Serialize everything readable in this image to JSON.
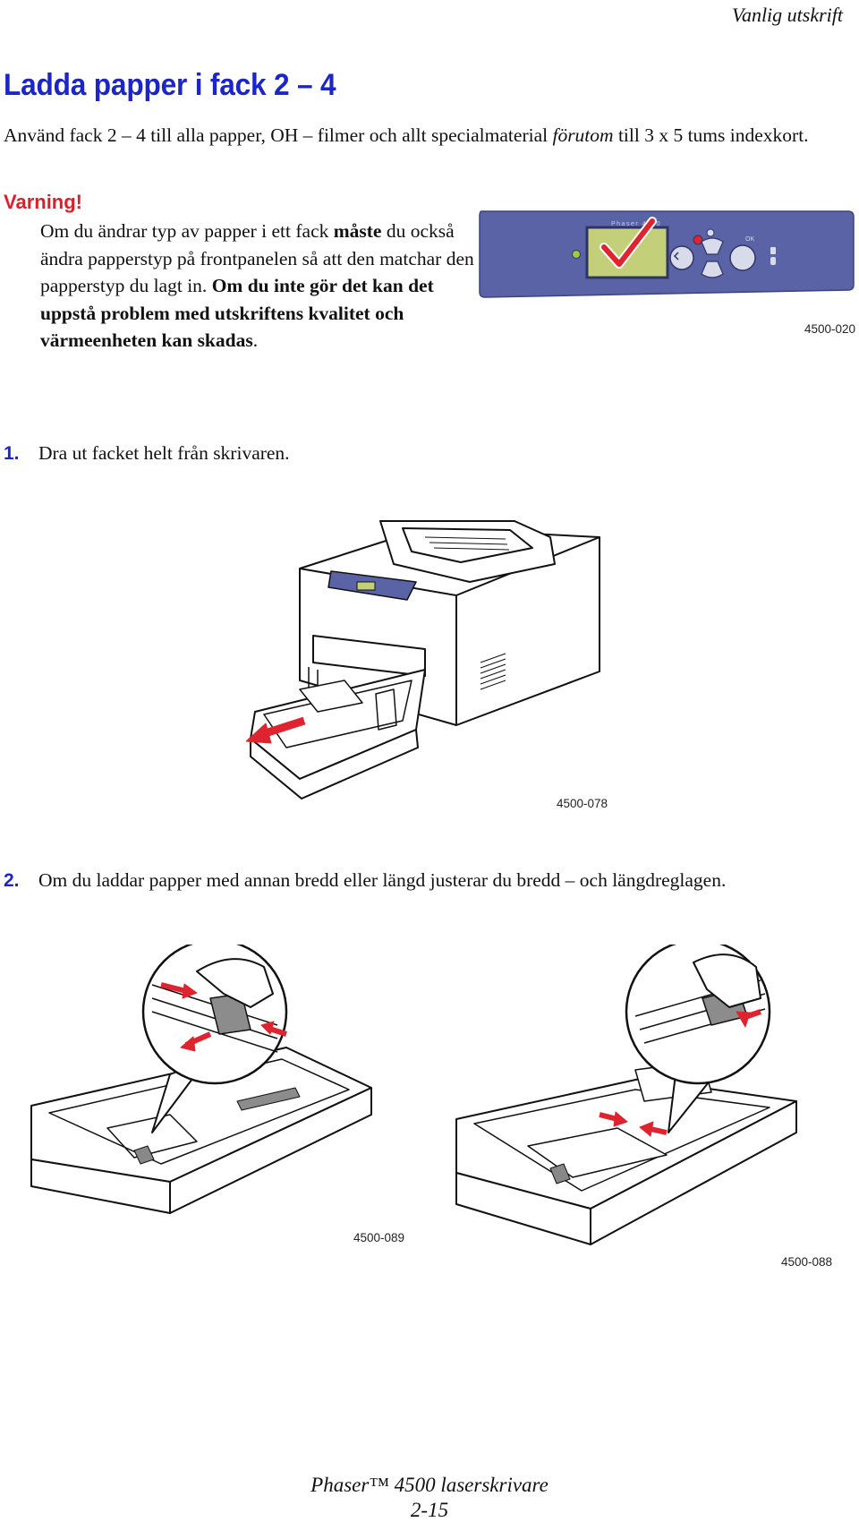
{
  "header": {
    "running_title": "Vanlig utskrift"
  },
  "title": "Ladda papper i fack 2 – 4",
  "intro": {
    "before": "Använd fack 2 – 4 till alla papper, OH – filmer och allt specialmaterial ",
    "emph": "förutom",
    "after": " till 3 x 5 tums indexkort."
  },
  "warning": {
    "label": "Varning!",
    "t1": "Om du ändrar typ av papper i ett fack ",
    "b1": "måste",
    "t2": " du också ändra papperstyp på frontpanelen så att den matchar den papperstyp du lagt in. ",
    "b2": "Om du inte gör det kan det uppstå problem med utskriftens kvalitet och värmeenheten kan skadas",
    "t3": "."
  },
  "panel_figure": {
    "caption": "4500-020",
    "model_label": "Phaser 4500",
    "ok_label": "OK",
    "colors": {
      "panel": "#5a63a6",
      "lcd": "#c3cf79",
      "check": "#e0242f",
      "led": "#9ccc3a"
    }
  },
  "steps": [
    {
      "number": "1.",
      "text": "Dra ut facket helt från skrivaren."
    },
    {
      "number": "2.",
      "text": "Om du laddar papper med annan bredd eller längd justerar du bredd – och längdreglagen."
    }
  ],
  "figures": {
    "printer_caption": "4500-078",
    "tray_left_caption": "4500-089",
    "tray_right_caption": "4500-088",
    "arrow_color": "#e0242f"
  },
  "footer": {
    "product": "Phaser™ 4500 laserskrivare",
    "page": "2-15"
  }
}
